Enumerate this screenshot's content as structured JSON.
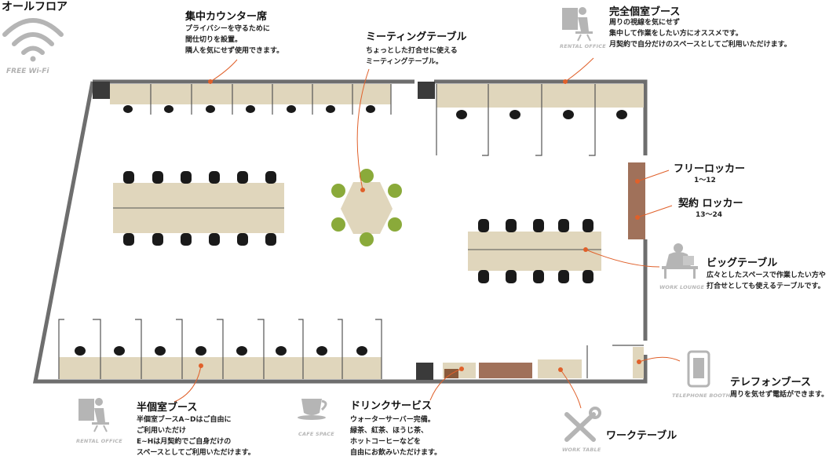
{
  "floor_title": "オールフロア",
  "wifi_caption": "FREE Wi-Fi",
  "colors": {
    "wall": "#6e6e6e",
    "desk": "#e0d6bc",
    "leader": "#e0602a",
    "chair": "#1a1a1a",
    "green_chair": "#8aaa3a",
    "locker": "#a0715a",
    "bar_dark": "#3a3a3a",
    "icon_grey": "#b5b5b5"
  },
  "counter_seats": {
    "title": "集中カウンター席",
    "lines": [
      "プライバシーを守るために",
      "間仕切りを設置。",
      "隣人を気にせず使用できます。"
    ]
  },
  "meeting_table": {
    "title": "ミーティングテーブル",
    "lines": [
      "ちょっとした打合せに使える",
      "ミーティングテーブル。"
    ]
  },
  "private_booth": {
    "title": "完全個室ブース",
    "icon_caption": "RENTAL OFFICE",
    "lines": [
      "周りの視線を気にせず",
      "集中して作業をしたい方にオススメです。",
      "月契約で自分だけのスペースとしてご利用いただけます。"
    ]
  },
  "free_locker": {
    "title": "フリーロッカー",
    "range": "1～12"
  },
  "contract_locker": {
    "title": "契約 ロッカー",
    "range": "13～24"
  },
  "big_table": {
    "title": "ビッグテーブル",
    "icon_caption": "WORK LOUNGE",
    "lines": [
      "広々としたスペースで作業したい方や",
      "打合せとしても使えるテーブルです。"
    ]
  },
  "phone_booth": {
    "title": "テレフォンブース",
    "icon_caption": "TELEPHONE BOOTH",
    "lines": [
      "周りを気せず電話ができます。"
    ]
  },
  "semi_private_booth": {
    "title": "半個室ブース",
    "icon_caption": "RENTAL OFFICE",
    "lines": [
      "半個室ブースA~Dはご自由に",
      "ご利用いただけ",
      "E~Hは月契約でご自身だけの",
      "スペースとしてご利用いただけます。"
    ]
  },
  "drink_service": {
    "title": "ドリンクサービス",
    "icon_caption": "CAFE SPACE",
    "lines": [
      "ウォーターサーバー完備。",
      "緑茶、紅茶、ほうじ茶、",
      "ホットコーヒーなどを",
      "自由にお飲みいただけます。"
    ]
  },
  "work_table": {
    "title": "ワークテーブル",
    "icon_caption": "WORK TABLE"
  }
}
